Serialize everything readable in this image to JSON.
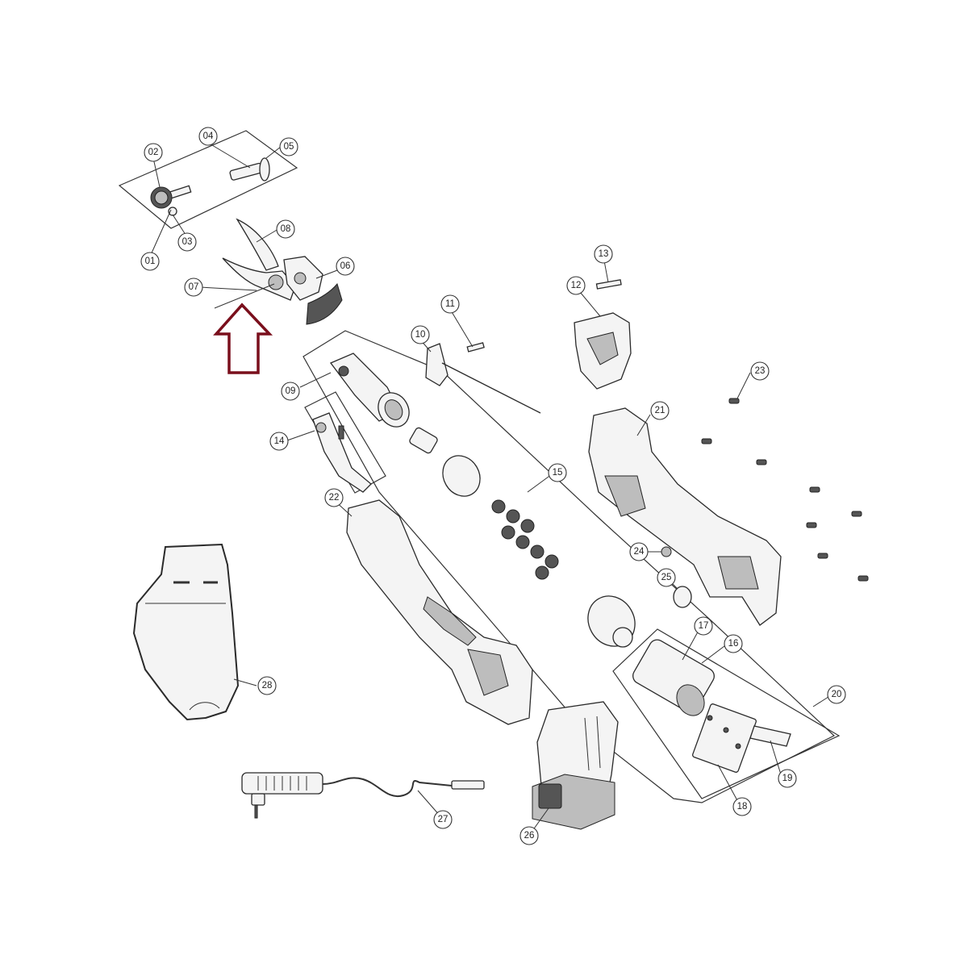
{
  "diagram": {
    "callouts": [
      "01",
      "02",
      "03",
      "04",
      "05",
      "06",
      "07",
      "08",
      "09",
      "10",
      "11",
      "12",
      "13",
      "14",
      "15",
      "16",
      "17",
      "18",
      "19",
      "20",
      "21",
      "22",
      "23",
      "24",
      "25",
      "26",
      "27",
      "28"
    ],
    "colors": {
      "line": "#2a2a2a",
      "arrow": "#7a0f1c",
      "background": "#ffffff"
    },
    "highlight": {
      "icon": "up-arrow-icon",
      "points_to": "07"
    }
  }
}
